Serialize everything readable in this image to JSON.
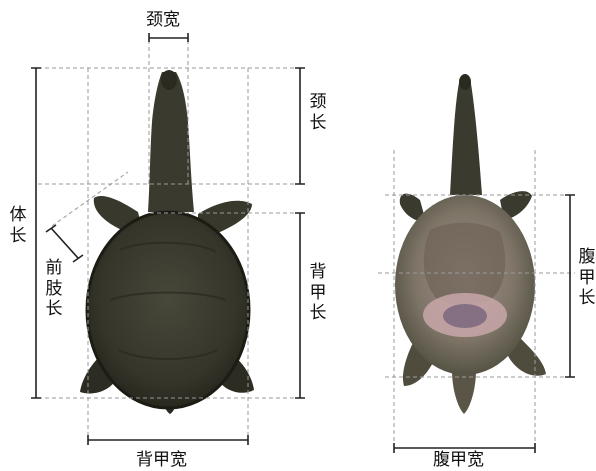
{
  "labels": {
    "neck_width": "颈宽",
    "neck_length": "颈长",
    "body_length": "体长",
    "forelimb_length": "前肢长",
    "carapace_length": "背甲长",
    "carapace_width": "背甲宽",
    "plastron_length": "腹甲长",
    "plastron_width": "腹甲宽"
  },
  "colors": {
    "dorsal_body": "#3c3b2e",
    "dorsal_dark": "#23231b",
    "ventral_limb": "#5a5547",
    "ventral_pink": "#c9a7a9",
    "ventral_purple": "#7e6a7f",
    "guide_line": "#9a9a9a",
    "measure_line": "#222222"
  }
}
